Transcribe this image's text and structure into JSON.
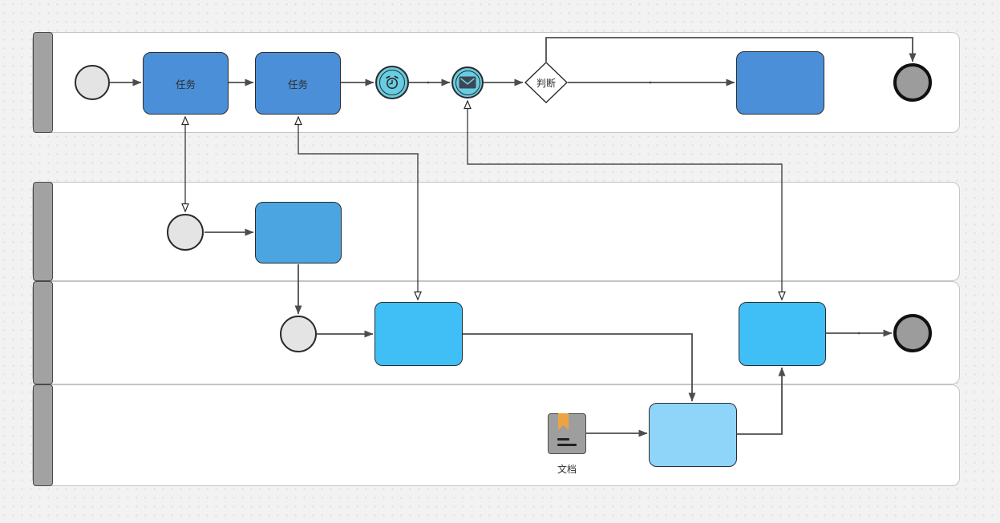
{
  "diagram": {
    "lanes": [
      {
        "id": "lane-1"
      },
      {
        "id": "lane-2"
      },
      {
        "id": "lane-3"
      },
      {
        "id": "lane-4"
      }
    ],
    "nodes": {
      "task_a": {
        "label": "任务"
      },
      "task_b": {
        "label": "任务"
      },
      "gateway": {
        "label": "判断"
      },
      "document": {
        "label": "文档"
      }
    }
  },
  "colors": {
    "canvas_bg": "#f2f2f2",
    "canvas_dot": "#dedede",
    "lane_fill": "#ffffff",
    "lane_border": "#c4c4c4",
    "lane_header_fill": "#a2a2a2",
    "lane_header_border": "#4a4a4a",
    "task_blue_dark": "#4a8fd8",
    "task_blue_medium": "#4ba5e1",
    "task_blue_bright": "#40bff7",
    "task_blue_light": "#8ed5f9",
    "event_teal": "#68cde2",
    "start_fill": "#e4e4e4",
    "end_fill": "#9c9c9c",
    "end_border": "#111111",
    "shape_stroke": "#2b2b2b",
    "flow_stroke": "#4d4d4d",
    "msg_stroke": "#2a2a2a",
    "doc_fill": "#9e9e9e",
    "doc_border": "#4c4c4c",
    "doc_bookmark": "#eca342",
    "doc_line": "#222222",
    "envelope_fill": "#3d4652",
    "label_color": "#2f2f2f"
  }
}
